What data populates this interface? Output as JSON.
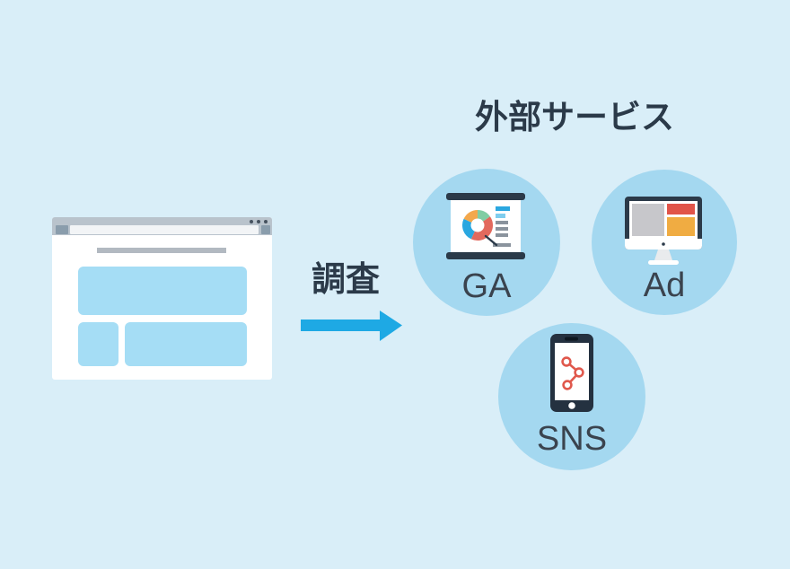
{
  "colors": {
    "background": "#d9eef8",
    "circle-fill": "#a4d8f0",
    "navy": "#2b3a49",
    "accent": "#1ea9e4",
    "label-text": "#3a434e"
  },
  "browser": {
    "icon": "browser-window-wireframe"
  },
  "arrow": {
    "label": "調査",
    "direction": "right",
    "icon": "right-arrow-icon"
  },
  "services": {
    "title": "外部サービス",
    "items": [
      {
        "id": "ga",
        "label": "GA",
        "icon": "presentation-pie-chart-icon"
      },
      {
        "id": "ad",
        "label": "Ad",
        "icon": "desktop-monitor-ads-icon"
      },
      {
        "id": "sns",
        "label": "SNS",
        "icon": "smartphone-share-icon"
      }
    ]
  }
}
